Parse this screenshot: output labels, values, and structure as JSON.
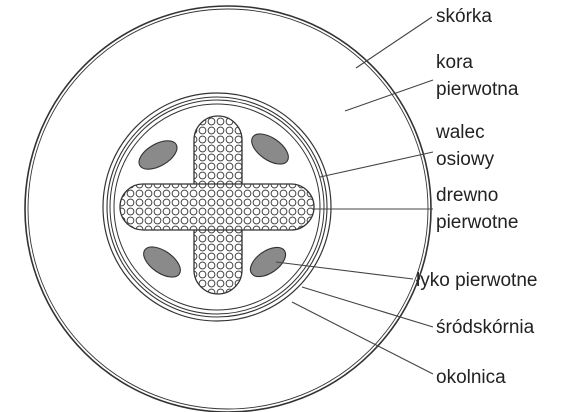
{
  "labels": {
    "skorka": "skórka",
    "kora_line1": "kora",
    "kora_line2": "pierwotna",
    "walec_line1": "walec",
    "walec_line2": "osiowy",
    "drewno_line1": "drewno",
    "drewno_line2": "pierwotne",
    "lyko": "łyko pierwotne",
    "srodskornia": "śródskórnia",
    "okolnica": "okolnica"
  },
  "colors": {
    "line": "#333333",
    "phloem_fill": "#7a7a7a",
    "text": "#222222"
  }
}
